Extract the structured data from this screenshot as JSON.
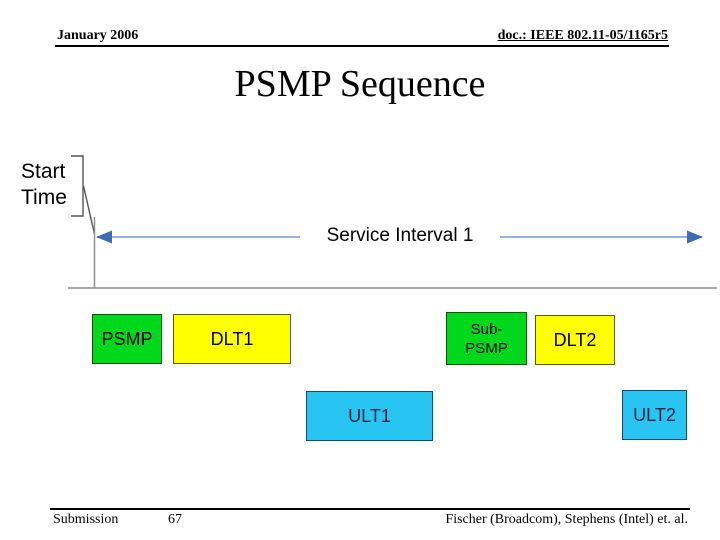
{
  "header": {
    "date": "January 2006",
    "doc": "doc.: IEEE 802.11-05/1165r5"
  },
  "title": "PSMP Sequence",
  "diagram": {
    "start_time_label": "Start\nTime",
    "service_interval_label": "Service Interval 1",
    "boxes": [
      {
        "name": "psmp",
        "label": "PSMP",
        "color": "#00d81c"
      },
      {
        "name": "dlt1",
        "label": "DLT1",
        "color": "#ffff00"
      },
      {
        "name": "sub-psmp",
        "label": "Sub-\nPSMP",
        "color": "#00d81c"
      },
      {
        "name": "dlt2",
        "label": "DLT2",
        "color": "#ffff00"
      },
      {
        "name": "ult1",
        "label": "ULT1",
        "color": "#29c5f2"
      },
      {
        "name": "ult2",
        "label": "ULT2",
        "color": "#29c5f2"
      }
    ],
    "colors": {
      "green_fill": "#00d81c",
      "yellow_fill": "#ffff00",
      "cyan_fill": "#29c5f2",
      "arrow_line": "#95b3d7",
      "arrow_head": "#3f6bb4",
      "guide_lines": "#8a8a8a",
      "bracket": "#555555"
    }
  },
  "footer": {
    "left": "Submission",
    "page": "67",
    "right": "Fischer (Broadcom), Stephens (Intel) et. al."
  }
}
